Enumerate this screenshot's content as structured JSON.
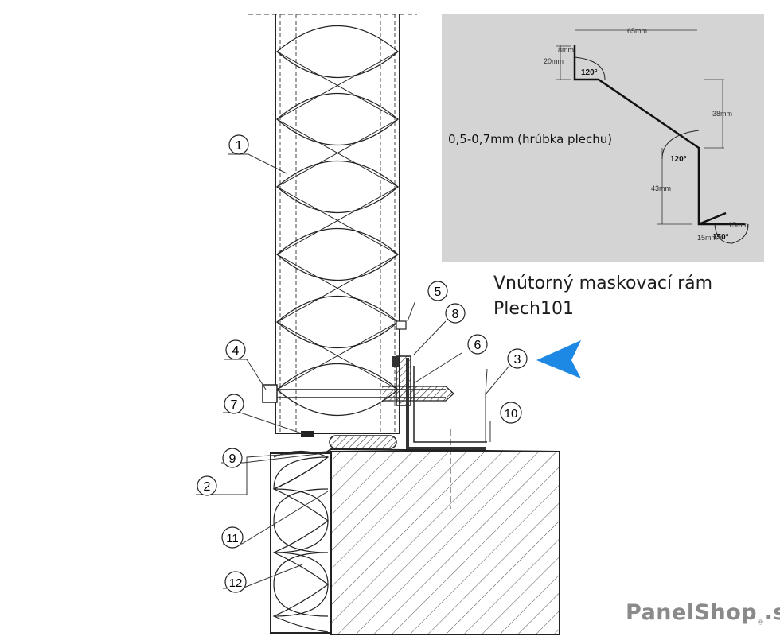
{
  "callouts": [
    "1",
    "2",
    "3",
    "4",
    "5",
    "6",
    "7",
    "8",
    "9",
    "10",
    "11",
    "12"
  ],
  "inset": {
    "dims": {
      "d65": "65mm",
      "d8": "8mm",
      "d20": "20mm",
      "d38": "38mm",
      "d43": "43mm",
      "d15a": "15mm",
      "d15b": "15mm"
    },
    "angles": {
      "a1": "120°",
      "a2": "120°",
      "a3": "150°"
    },
    "thickness": "0,5-0,7mm (hrúbka plechu)"
  },
  "caption": {
    "line1": "Vnútorný maskovací rám",
    "line2": "Plech101"
  },
  "brand": {
    "name": "PanelShop",
    "tld": ".sk",
    "sup": "®"
  },
  "colors": {
    "inset_bg": "#d4d4d4",
    "pointer": "#1e88e5",
    "line": "#222222"
  }
}
